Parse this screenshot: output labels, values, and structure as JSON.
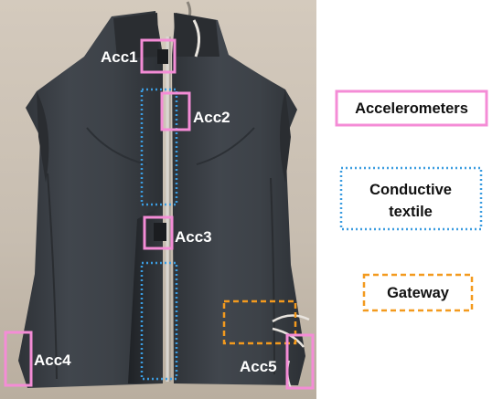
{
  "labels": {
    "acc1": "Acc1",
    "acc2": "Acc2",
    "acc3": "Acc3",
    "acc4": "Acc4",
    "acc5": "Acc5"
  },
  "legend": {
    "accelerometers": "Accelerometers",
    "conductive_line1": "Conductive",
    "conductive_line2": "textile",
    "gateway": "Gateway"
  },
  "colors": {
    "accelerometer": "#f48cd6",
    "conductive_textile": "#3b9ce0",
    "gateway": "#f39a1e",
    "vest": "#3b3f45",
    "background": "#c9bfb2"
  }
}
